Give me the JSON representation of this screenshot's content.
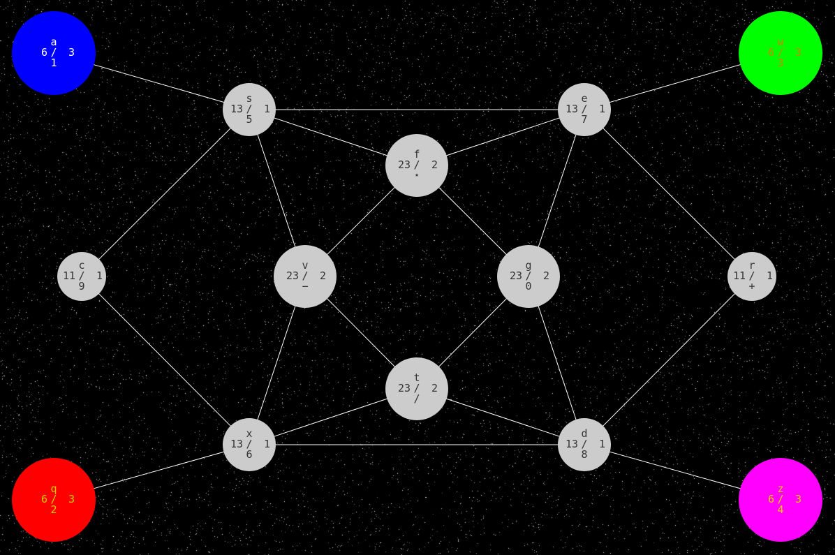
{
  "theme": {
    "background": "#000000",
    "edge_color": "#ffffff",
    "gray_node": "#cccccc",
    "gray_text": "#333333"
  },
  "nodes": [
    {
      "id": "a",
      "name": "a",
      "left": "6",
      "right": "3",
      "code": "1",
      "fill": "#0000ff",
      "text": "#ffffff"
    },
    {
      "id": "w",
      "name": "w",
      "left": "6",
      "right": "3",
      "code": "3",
      "fill": "#00ff00",
      "text": "#cc8800"
    },
    {
      "id": "q",
      "name": "q",
      "left": "6",
      "right": "3",
      "code": "2",
      "fill": "#ff0000",
      "text": "#cccc00"
    },
    {
      "id": "z",
      "name": "z",
      "left": "6",
      "right": "3",
      "code": "4",
      "fill": "#ff00ff",
      "text": "#ffcc00"
    },
    {
      "id": "s",
      "name": "s",
      "left": "13",
      "right": "1",
      "code": "5",
      "fill": "#cccccc",
      "text": "#333333"
    },
    {
      "id": "e",
      "name": "e",
      "left": "13",
      "right": "1",
      "code": "7",
      "fill": "#cccccc",
      "text": "#333333"
    },
    {
      "id": "x",
      "name": "x",
      "left": "13",
      "right": "1",
      "code": "6",
      "fill": "#cccccc",
      "text": "#333333"
    },
    {
      "id": "d",
      "name": "d",
      "left": "13",
      "right": "1",
      "code": "8",
      "fill": "#cccccc",
      "text": "#333333"
    },
    {
      "id": "c",
      "name": "c",
      "left": "11",
      "right": "1",
      "code": "9",
      "fill": "#cccccc",
      "text": "#333333"
    },
    {
      "id": "r",
      "name": "r",
      "left": "11",
      "right": "1",
      "code": "+",
      "fill": "#cccccc",
      "text": "#333333"
    },
    {
      "id": "f",
      "name": "f",
      "left": "23",
      "right": "2",
      "code": "⋆",
      "fill": "#cccccc",
      "text": "#333333"
    },
    {
      "id": "v",
      "name": "v",
      "left": "23",
      "right": "2",
      "code": "−",
      "fill": "#cccccc",
      "text": "#333333"
    },
    {
      "id": "g",
      "name": "g",
      "left": "23",
      "right": "2",
      "code": "0",
      "fill": "#cccccc",
      "text": "#333333"
    },
    {
      "id": "t",
      "name": "t",
      "left": "23",
      "right": "2",
      "code": "/",
      "fill": "#cccccc",
      "text": "#333333"
    }
  ],
  "edges": [
    [
      "a",
      "s"
    ],
    [
      "w",
      "e"
    ],
    [
      "q",
      "x"
    ],
    [
      "z",
      "d"
    ],
    [
      "s",
      "e"
    ],
    [
      "s",
      "f"
    ],
    [
      "s",
      "c"
    ],
    [
      "s",
      "v"
    ],
    [
      "e",
      "f"
    ],
    [
      "e",
      "g"
    ],
    [
      "e",
      "r"
    ],
    [
      "f",
      "v"
    ],
    [
      "f",
      "g"
    ],
    [
      "c",
      "x"
    ],
    [
      "v",
      "x"
    ],
    [
      "v",
      "t"
    ],
    [
      "g",
      "t"
    ],
    [
      "g",
      "d"
    ],
    [
      "r",
      "d"
    ],
    [
      "x",
      "t"
    ],
    [
      "x",
      "d"
    ],
    [
      "t",
      "d"
    ]
  ],
  "slash_glyph": "/"
}
